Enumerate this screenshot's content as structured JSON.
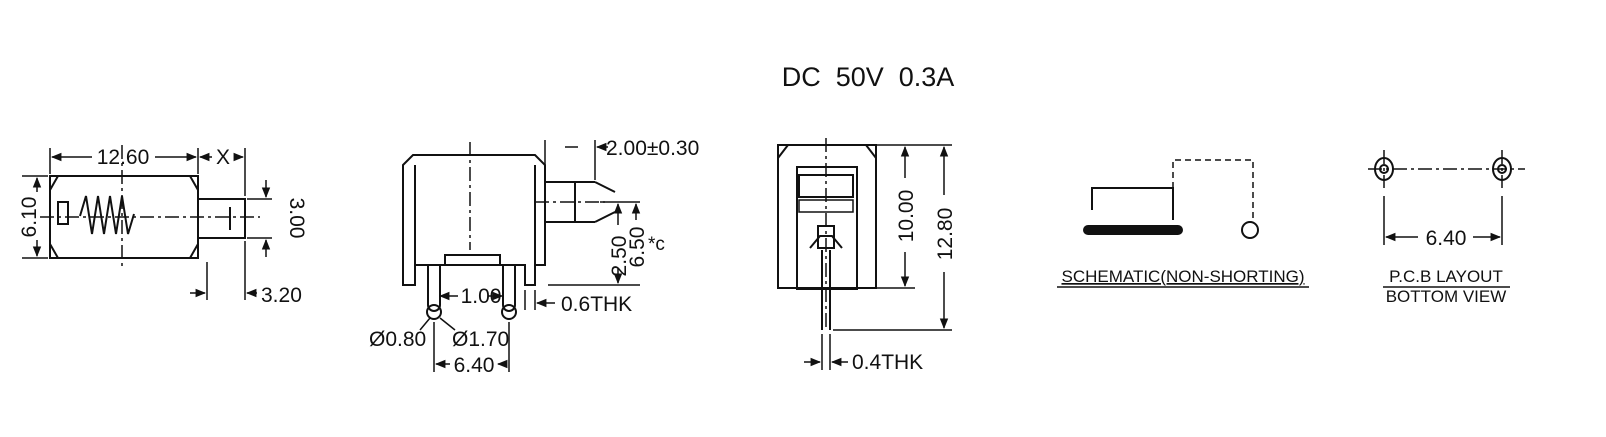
{
  "title": "DC  50V  0.3A",
  "side_view": {
    "length": "12.60",
    "stroke": "X",
    "height": "6.10",
    "plunger_dia": "3.00",
    "plunger_len": "3.20"
  },
  "front_view": {
    "plunger_proj": "2.00±0.30",
    "plunger_h": "2.50",
    "center_h": "6.50",
    "center_note": "*c",
    "pin_pitch": "1.00",
    "pin_thk": "0.6THK",
    "hole_small": "Ø0.80",
    "hole_large": "Ø1.70",
    "span": "6.40"
  },
  "end_view": {
    "body_h": "10.00",
    "total_h": "12.80",
    "pin_thk": "0.4THK"
  },
  "schematic": {
    "caption": "SCHEMATIC(NON-SHORTING)"
  },
  "pcb": {
    "span": "6.40",
    "caption_1": "P.C.B LAYOUT",
    "caption_2": "BOTTOM VIEW"
  }
}
